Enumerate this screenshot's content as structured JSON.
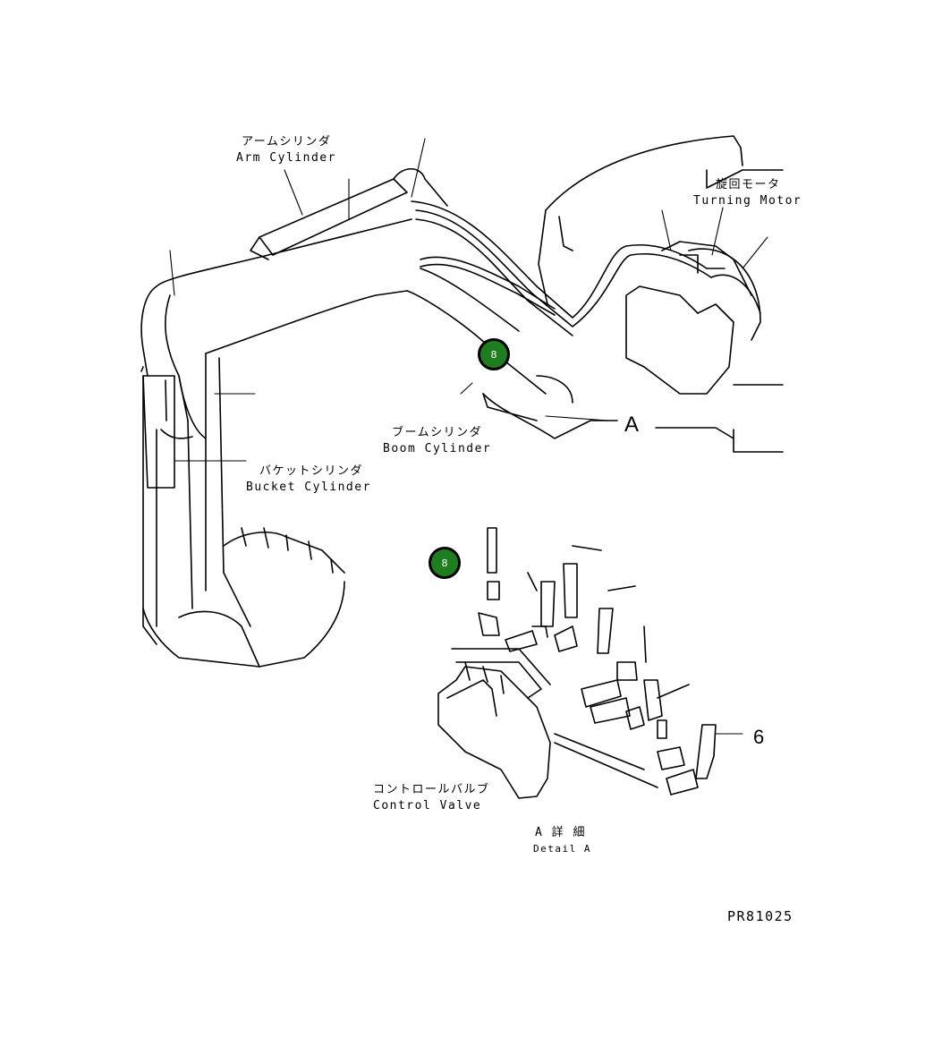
{
  "labels": {
    "arm_cylinder_jp": "アームシリンダ",
    "arm_cylinder_en": "Arm Cylinder",
    "turning_motor_jp": "旋回モータ",
    "turning_motor_en": "Turning Motor",
    "boom_cylinder_jp": "ブームシリンダ",
    "boom_cylinder_en": "Boom Cylinder",
    "bucket_cylinder_jp": "バケットシリンダ",
    "bucket_cylinder_en": "Bucket Cylinder",
    "control_valve_jp": "コントロールバルブ",
    "control_valve_en": "Control Valve",
    "view_letter": "A",
    "detail_jp": "A 詳 細",
    "detail_en": "Detail A",
    "part_callout": "6",
    "drawing_number": "PR81025"
  },
  "markers": [
    {
      "label": "8",
      "color": "#1e7d1e"
    },
    {
      "label": "8",
      "color": "#1e7d1e"
    }
  ]
}
